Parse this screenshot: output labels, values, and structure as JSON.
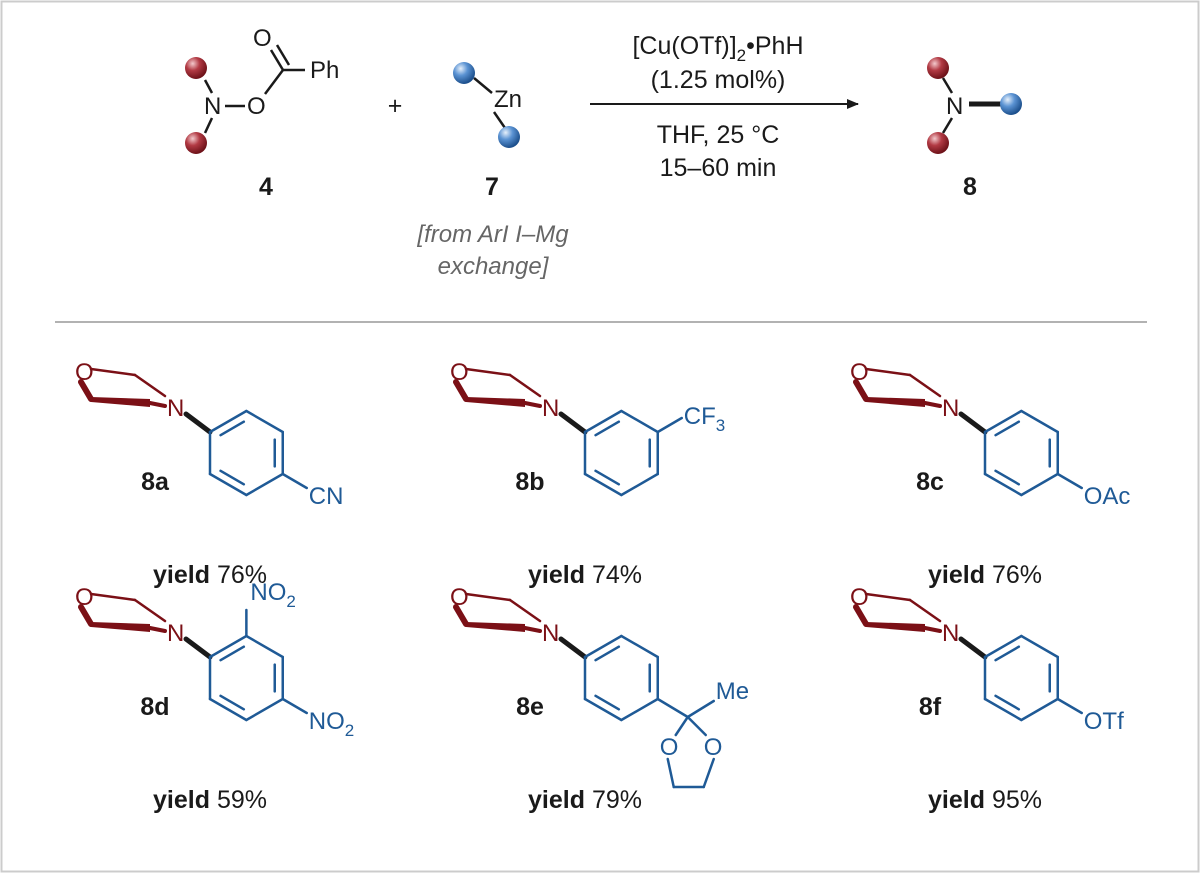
{
  "colors": {
    "amine": "#7b1016",
    "aryl": "#1f5a96",
    "text": "#1a1a1a",
    "note": "#666666",
    "frame": "#cccccc",
    "divider": "#999999",
    "blue_ball": "#3a78c4",
    "red_ball": "#9a2a33"
  },
  "scheme": {
    "reagent4": {
      "n_label": "N",
      "o_label": "O",
      "carbonyl_o": "O",
      "ph_label": "Ph",
      "number": "4"
    },
    "plus": "+",
    "reagent7": {
      "metal_label": "Zn",
      "number": "7",
      "note_line1": "[from ArI I–Mg",
      "note_line2": "exchange]"
    },
    "conditions": {
      "catalyst_main": "[Cu(OTf)]",
      "catalyst_sub": "2",
      "catalyst_tail": "•PhH",
      "loading": "(1.25 mol%)",
      "solvent_temp": "THF, 25 °C",
      "time": "15–60 min"
    },
    "product": {
      "n_label": "N",
      "number": "8"
    }
  },
  "products": [
    {
      "id": "8a",
      "substituent": "CN",
      "yield_word": "yield",
      "yield_value": "76%"
    },
    {
      "id": "8b",
      "substituent_main": "CF",
      "substituent_sub": "3",
      "yield_word": "yield",
      "yield_value": "74%"
    },
    {
      "id": "8c",
      "substituent": "OAc",
      "yield_word": "yield",
      "yield_value": "76%"
    },
    {
      "id": "8d",
      "sub_top_main": "NO",
      "sub_top_sub": "2",
      "sub_bot_main": "NO",
      "sub_bot_sub": "2",
      "yield_word": "yield",
      "yield_value": "59%"
    },
    {
      "id": "8e",
      "methyl": "Me",
      "ketal_o": "O",
      "yield_word": "yield",
      "yield_value": "79%"
    },
    {
      "id": "8f",
      "substituent": "OTf",
      "yield_word": "yield",
      "yield_value": "95%"
    }
  ],
  "morpholine": {
    "o_label": "O",
    "n_label": "N"
  }
}
